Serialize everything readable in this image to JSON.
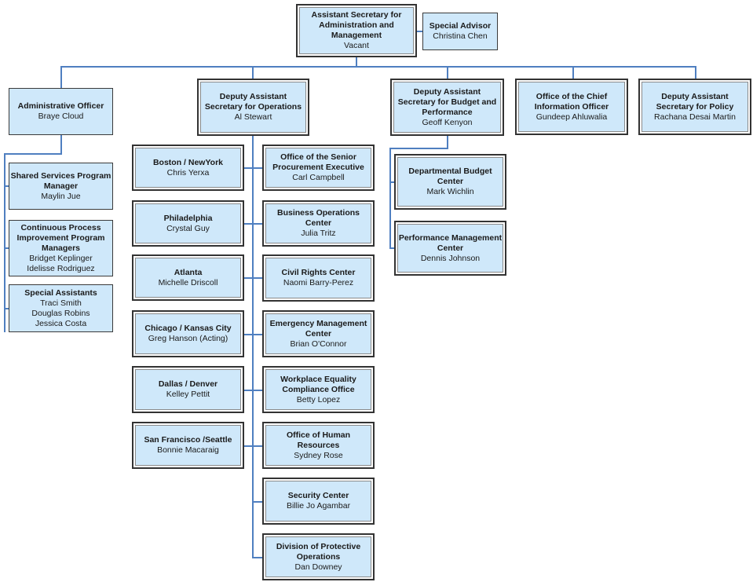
{
  "colors": {
    "box_fill": "#cfe8fa",
    "connector": "#4f7fc0",
    "border": "#333333"
  },
  "top": {
    "title": "Assistant Secretary for Administration and Management",
    "names": [
      "Vacant"
    ]
  },
  "advisor": {
    "title": "Special Advisor",
    "names": [
      "Christina Chen"
    ]
  },
  "level2": [
    {
      "id": "admin",
      "title": "Administrative Officer",
      "names": [
        "Braye Cloud"
      ]
    },
    {
      "id": "ops",
      "title": "Deputy Assistant Secretary for Operations",
      "names": [
        "Al Stewart"
      ]
    },
    {
      "id": "budget",
      "title": "Deputy Assistant Secretary for Budget and Performance",
      "names": [
        "Geoff Kenyon"
      ]
    },
    {
      "id": "cio",
      "title": "Office of the Chief Information Officer",
      "names": [
        "Gundeep Ahluwalia"
      ]
    },
    {
      "id": "policy",
      "title": "Deputy Assistant Secretary for Policy",
      "names": [
        "Rachana Desai Martin"
      ]
    }
  ],
  "admin_children": [
    {
      "title": "Shared Services Program Manager",
      "names": [
        "Maylin Jue"
      ]
    },
    {
      "title": "Continuous Process Improvement Program Managers",
      "names": [
        "Bridget Keplinger",
        "Idelisse Rodriguez"
      ]
    },
    {
      "title": "Special Assistants",
      "names": [
        "Traci Smith",
        "Douglas Robins",
        "Jessica Costa"
      ]
    }
  ],
  "ops_regions": [
    {
      "title": "Boston / NewYork",
      "names": [
        "Chris Yerxa"
      ]
    },
    {
      "title": "Philadelphia",
      "names": [
        "Crystal Guy"
      ]
    },
    {
      "title": "Atlanta",
      "names": [
        "Michelle Driscoll"
      ]
    },
    {
      "title": "Chicago / Kansas City",
      "names": [
        "Greg Hanson (Acting)"
      ]
    },
    {
      "title": "Dallas / Denver",
      "names": [
        "Kelley Pettit"
      ]
    },
    {
      "title": "San Francisco /Seattle",
      "names": [
        "Bonnie Macaraig"
      ]
    }
  ],
  "ops_offices": [
    {
      "title": "Office of the Senior Procurement Executive",
      "names": [
        "Carl Campbell"
      ]
    },
    {
      "title": "Business Operations Center",
      "names": [
        "Julia Tritz"
      ]
    },
    {
      "title": "Civil Rights Center",
      "names": [
        "Naomi Barry-Perez"
      ]
    },
    {
      "title": "Emergency Management Center",
      "names": [
        "Brian O'Connor"
      ]
    },
    {
      "title": "Workplace Equality Compliance Office",
      "names": [
        "Betty Lopez"
      ]
    },
    {
      "title": "Office of Human Resources",
      "names": [
        "Sydney Rose"
      ]
    },
    {
      "title": "Security Center",
      "names": [
        "Billie Jo Agambar"
      ]
    },
    {
      "title": "Division of Protective Operations",
      "names": [
        "Dan Downey"
      ]
    }
  ],
  "budget_children": [
    {
      "title": "Departmental Budget Center",
      "names": [
        "Mark Wichlin"
      ]
    },
    {
      "title": "Performance Management Center",
      "names": [
        "Dennis Johnson"
      ]
    }
  ]
}
